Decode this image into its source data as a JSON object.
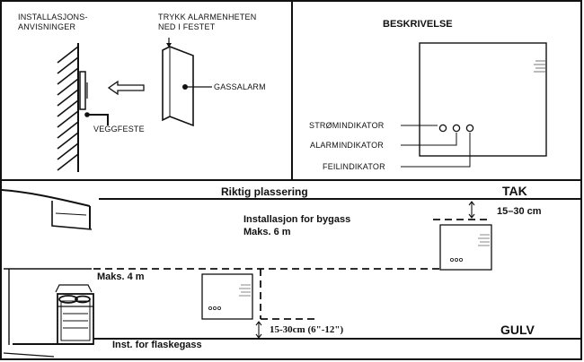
{
  "install": {
    "title_line1": "INSTALLASJONS-",
    "title_line2": "ANVISNINGER",
    "press_line1": "TRYKK ALARMENHETEN",
    "press_line2": "NED I FESTET",
    "gas_alarm": "GASSALARM",
    "wall_mount": "VEGGFESTE"
  },
  "description": {
    "title": "BESKRIVELSE",
    "power_indicator": "STRØMINDIKATOR",
    "alarm_indicator": "ALARMINDIKATOR",
    "fault_indicator": "FEILINDIKATOR"
  },
  "placement": {
    "title": "Riktig plassering",
    "ceiling": "TAK",
    "floor": "GULV",
    "ceiling_gap": "15–30 cm",
    "town_gas_line1": "Installasjon for bygass",
    "town_gas_line2": "Maks. 6 m",
    "max_bottle": "Maks. 4 m",
    "floor_gap": "15-30cm (6\"-12\")",
    "bottled_gas": "Inst. for flaskegass"
  }
}
